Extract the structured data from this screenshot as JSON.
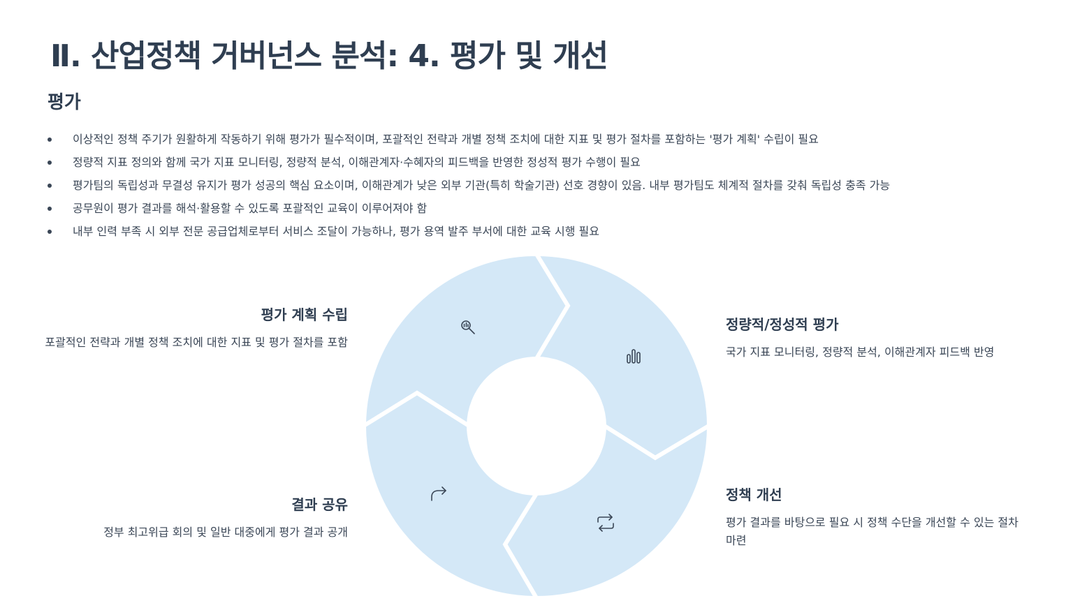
{
  "slide": {
    "title": "Ⅱ. 산업정책 거버넌스 분석: 4. 평가 및 개선",
    "subtitle": "평가"
  },
  "bullets": [
    "이상적인 정책 주기가 원활하게 작동하기 위해 평가가 필수적이며, 포괄적인 전략과 개별 정책 조치에 대한 지표 및 평가 절차를 포함하는 '평가 계획' 수립이 필요",
    "정량적 지표 정의와 함께 국가 지표 모니터링, 정량적 분석, 이해관계자·수혜자의 피드백을 반영한 정성적 평가 수행이 필요",
    "평가팀의 독립성과 무결성 유지가 평가 성공의 핵심 요소이며, 이해관계가 낮은 외부 기관(특히 학술기관) 선호 경향이 있음. 내부 평가팀도 체계적 절차를 갖춰 독립성 충족 가능",
    "공무원이 평가 결과를 해석·활용할 수 있도록 포괄적인 교육이 이루어져야 함",
    "내부 인력 부족 시 외부 전문 공급업체로부터 서비스 조달이 가능하나, 평가 용역 발주 부서에 대한 교육 시행 필요"
  ],
  "cycle": {
    "steps": [
      {
        "title": "평가 계획 수립",
        "desc": "포괄적인 전략과 개별 정책 조치에 대한 지표 및 평가 절차를 포함",
        "icon": "search-chart-icon"
      },
      {
        "title": "정량적/정성적 평가",
        "desc": "국가 지표 모니터링, 정량적 분석, 이해관계자 피드백 반영",
        "icon": "bar-chart-icon"
      },
      {
        "title": "정책 개선",
        "desc": "평가 결과를 바탕으로 필요 시 정책 수단을 개선할 수 있는 절차 마련",
        "icon": "repeat-icon"
      },
      {
        "title": "결과 공유",
        "desc": "정부 최고위급 회의 및 일반 대중에게 평가 결과 공개",
        "icon": "share-icon"
      }
    ],
    "colors": {
      "segment": "#d4e8f7",
      "text": "#2f3e51"
    }
  }
}
